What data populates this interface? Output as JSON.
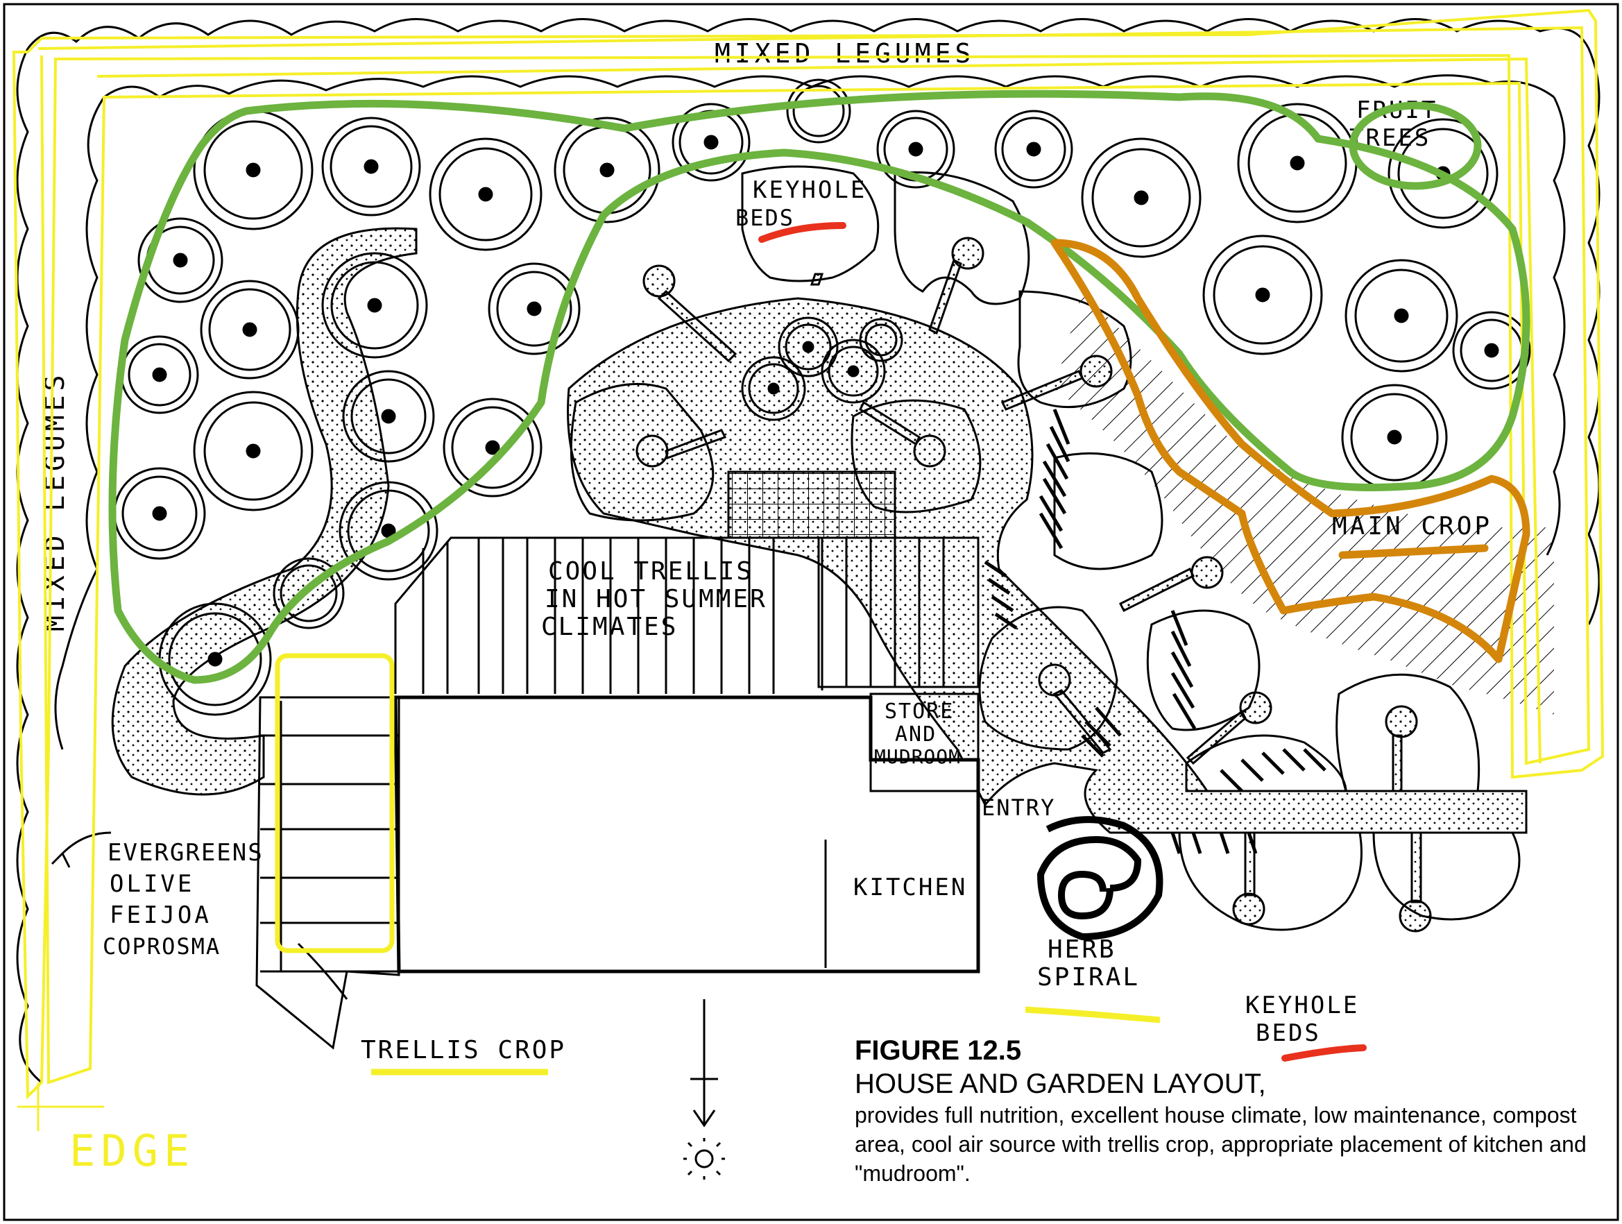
{
  "figure": {
    "number": "FIGURE 12.5",
    "title": "HOUSE AND GARDEN LAYOUT,",
    "description": "provides full nutrition, excellent house climate, low maintenance, compost area, cool air source with trellis crop, appropriate placement of kitchen and \"mudroom\"."
  },
  "labels": {
    "mixed_legumes_top": "MIXED LEGUMES",
    "mixed_legumes_left": "MIXED LEGUMES",
    "fruit_trees_1": "FRUIT",
    "fruit_trees_2": "TREES",
    "keyhole_top_1": "KEYHOLE",
    "keyhole_top_2": "BEDS",
    "main_crop": "MAIN CROP",
    "cool_trellis_1": "COOL TRELLIS",
    "cool_trellis_2": "IN HOT SUMMER",
    "cool_trellis_3": "CLIMATES",
    "store_1": "STORE",
    "store_2": "AND",
    "store_3": "MUDROOM",
    "entry": "ENTRY",
    "kitchen": "KITCHEN",
    "herb_1": "HERB",
    "herb_2": "SPIRAL",
    "keyhole_bottom_1": "KEYHOLE",
    "keyhole_bottom_2": "BEDS",
    "evergreens_1": "EVERGREENS",
    "evergreens_2": "OLIVE",
    "evergreens_3": "FEIJOA",
    "evergreens_4": "COPROSMA",
    "trellis_crop": "TRELLIS CROP",
    "edge": "EDGE"
  },
  "annotation_colors": {
    "yellow": "#f5ef2a",
    "green": "#6cb33f",
    "orange": "#d4860b",
    "red": "#e8321e"
  }
}
